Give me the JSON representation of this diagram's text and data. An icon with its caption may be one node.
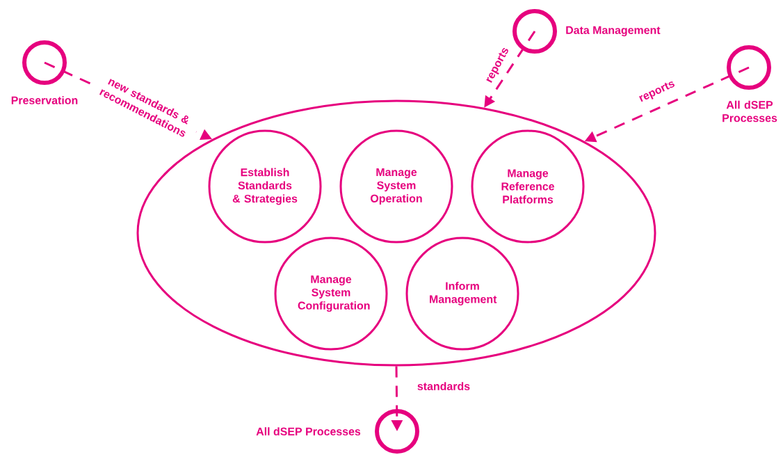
{
  "diagram": {
    "nodes": [
      {
        "text": [
          "Preservation"
        ]
      },
      {
        "text": [
          "Data Management"
        ]
      },
      {
        "text": [
          "All dSEP Processes"
        ]
      },
      {
        "text": [],
        "shape": "ellipse"
      },
      {
        "text": [
          "Establish Standards & Strategies"
        ],
        "in": 3
      },
      {
        "text": [
          "Manage System Operation"
        ],
        "in": 3
      },
      {
        "text": [
          "Manage Reference Platforms"
        ],
        "in": 3
      },
      {
        "text": [
          "Manage System Configuration"
        ],
        "in": 3
      },
      {
        "text": [
          "Inform Management"
        ],
        "in": 3
      },
      {
        "text": [
          "All dSEP Processes"
        ]
      }
    ],
    "edges": [
      {
        "from": 0,
        "to": 3,
        "arrow": "to",
        "label": "new standards & recommendations",
        "style": "dashed"
      },
      {
        "from": 1,
        "to": 3,
        "arrow": "to",
        "label": "reports",
        "style": "dashed"
      },
      {
        "from": 2,
        "to": 3,
        "arrow": "to",
        "label": "reports",
        "style": "dashed"
      },
      {
        "from": 3,
        "to": 9,
        "arrow": "to",
        "label": "standards",
        "style": "dashed"
      }
    ]
  }
}
